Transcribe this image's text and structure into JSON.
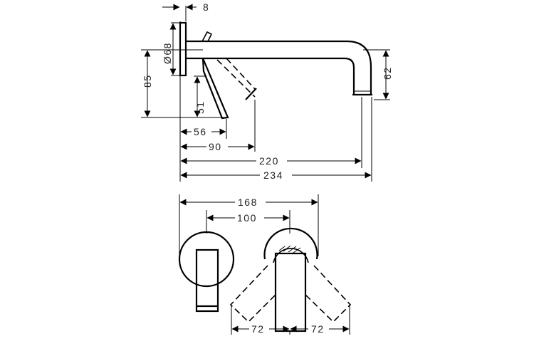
{
  "colors": {
    "line": "#000000",
    "text": "#222222",
    "background": "#ffffff"
  },
  "dimensions": {
    "plate_thickness": "8",
    "plate_diameter": "Ø68",
    "handle_height": "85",
    "spout_height": "62",
    "handle_rise": "51",
    "handle_depth": "56",
    "handle_swing_depth": "90",
    "spout_projection": "220",
    "total_projection": "234",
    "plate_spacing": "168",
    "center_spacing": "100",
    "swing_left": "72",
    "swing_right": "72"
  }
}
